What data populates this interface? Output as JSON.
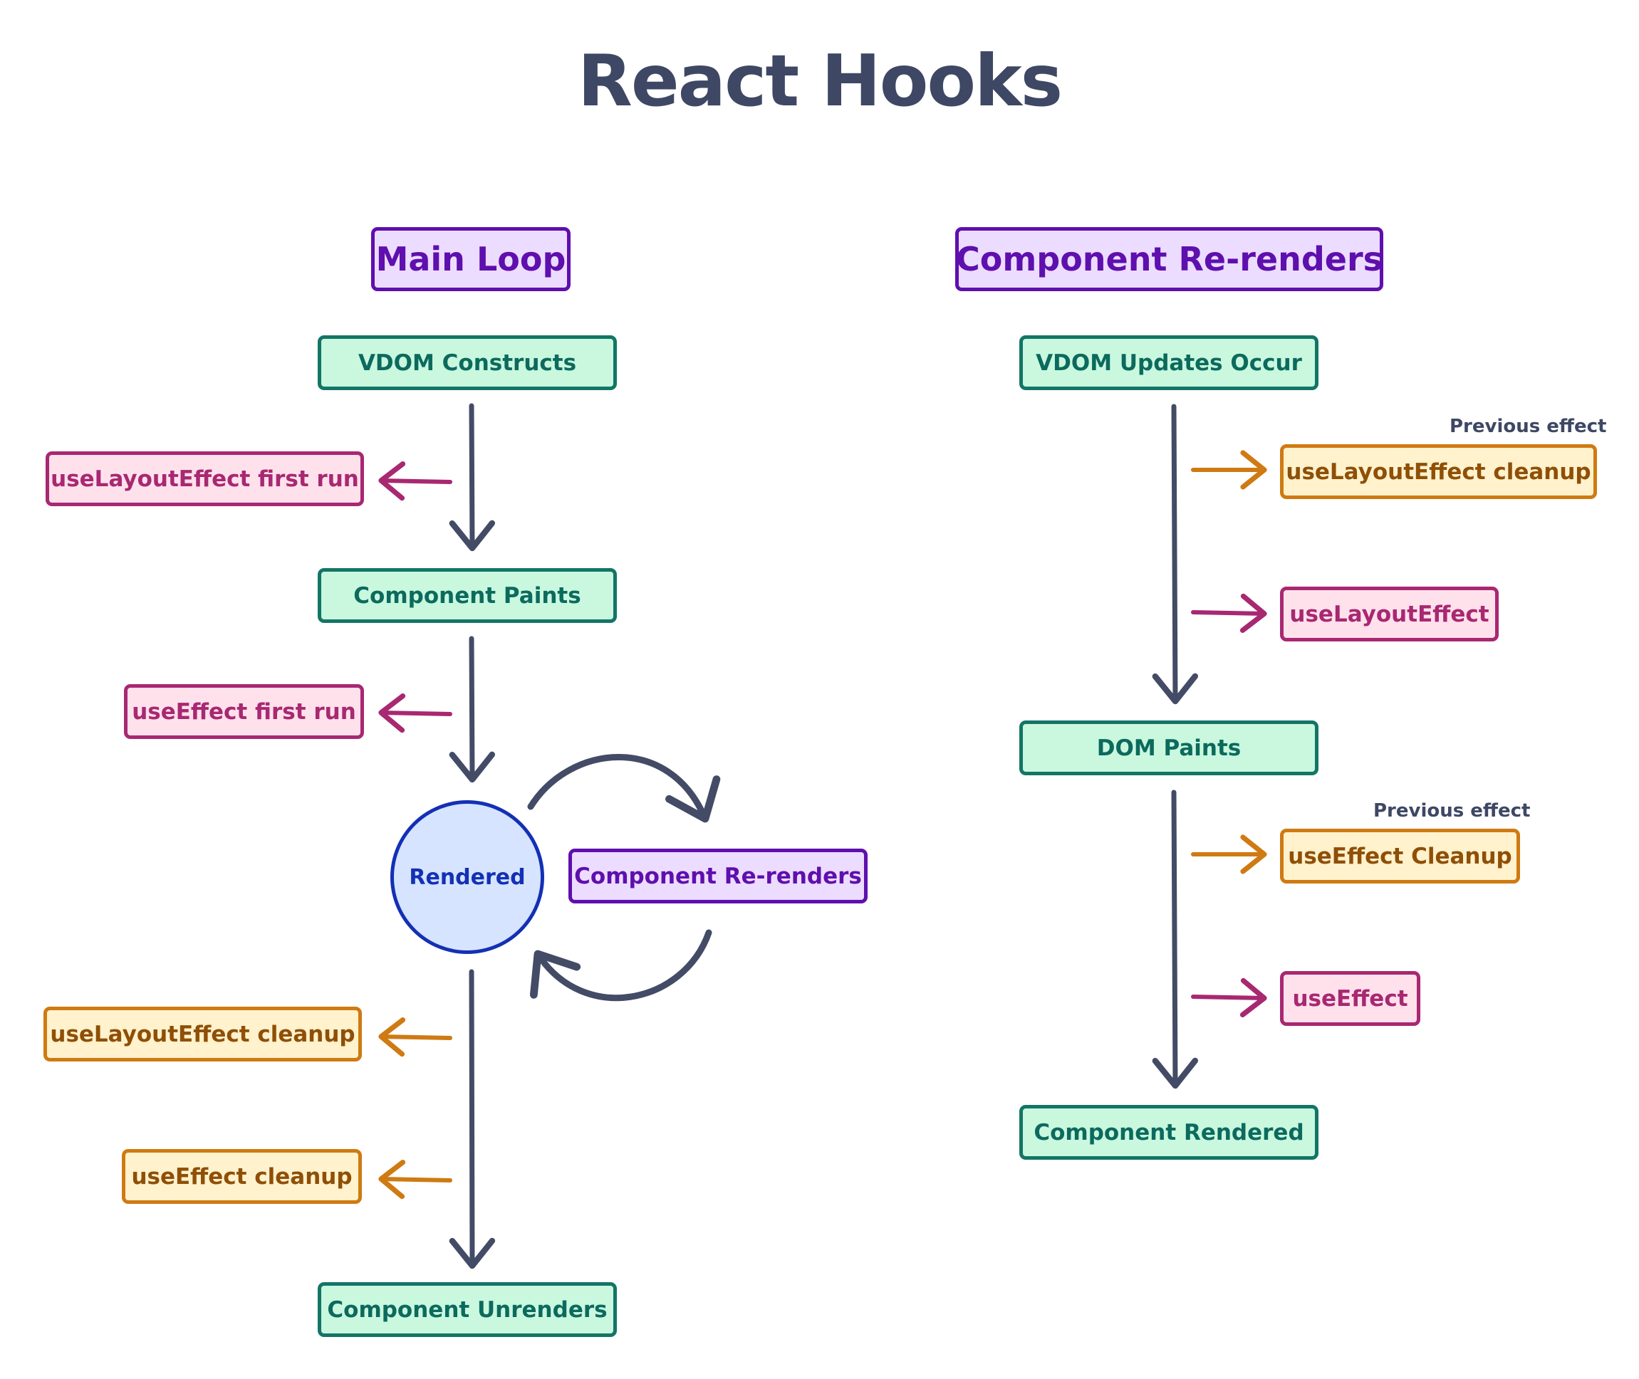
{
  "title": "React Hooks",
  "main_loop": {
    "header": "Main Loop",
    "vdom_constructs": "VDOM Constructs",
    "use_layout_effect_first_run": "useLayoutEffect first run",
    "component_paints": "Component Paints",
    "use_effect_first_run": "useEffect first run",
    "rendered": "Rendered",
    "component_rerenders": "Component Re-renders",
    "use_layout_effect_cleanup": "useLayoutEffect cleanup",
    "use_effect_cleanup": "useEffect cleanup",
    "component_unrenders": "Component Unrenders"
  },
  "rerenders": {
    "header": "Component Re-renders",
    "vdom_updates": "VDOM Updates Occur",
    "previous_effect_1": "Previous effect",
    "use_layout_effect_cleanup": "useLayoutEffect cleanup",
    "use_layout_effect": "useLayoutEffect",
    "dom_paints": "DOM Paints",
    "previous_effect_2": "Previous effect",
    "use_effect_cleanup": "useEffect Cleanup",
    "use_effect": "useEffect",
    "component_rendered": "Component Rendered"
  },
  "colors": {
    "arrow_main": "#434b66",
    "arrow_pink": "#a82871",
    "arrow_orange": "#cf7a12"
  }
}
